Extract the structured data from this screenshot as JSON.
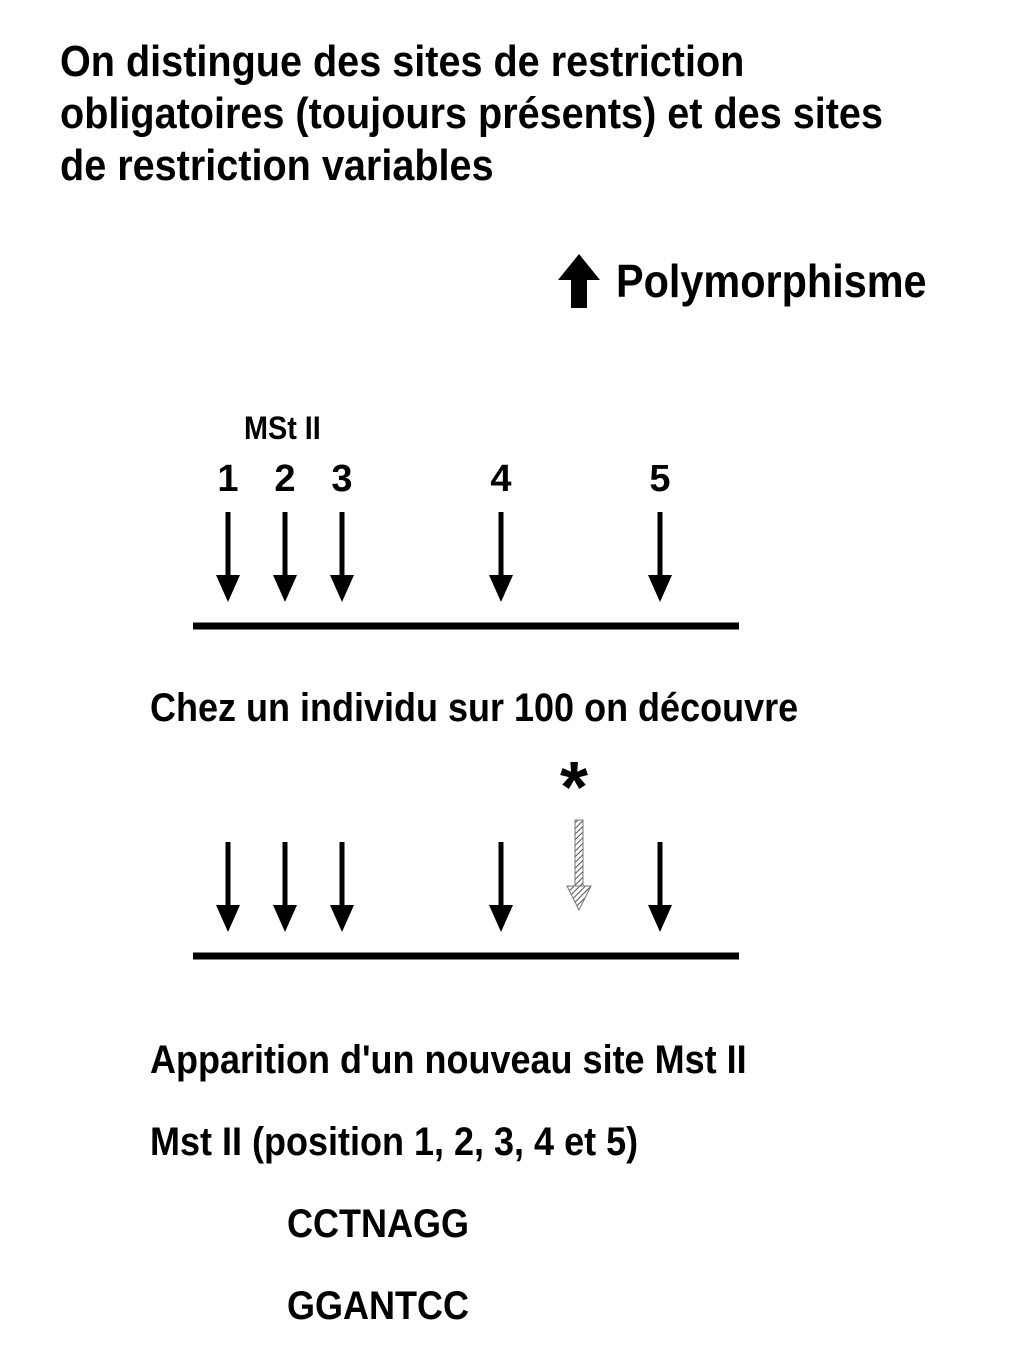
{
  "title_lines": [
    "On distingue des sites de restriction",
    "obligatoires (toujours présents) et des sites",
    "de restriction variables"
  ],
  "polymorphism": {
    "icon": "arrow-up-icon",
    "label": "Polymorphisme"
  },
  "diagram": {
    "enzyme_label": "MSt II",
    "site_numbers": [
      "1",
      "2",
      "3",
      "4",
      "5"
    ],
    "new_site_marker": "*"
  },
  "caption_individual": "Chez un individu sur 100 on découvre",
  "caption_new_site": "Apparition d'un nouveau site Mst II",
  "caption_positions": "Mst II (position 1, 2, 3, 4 et 5)",
  "sequence": {
    "top": "CCTNAGG",
    "bottom": "GGANTCC"
  }
}
